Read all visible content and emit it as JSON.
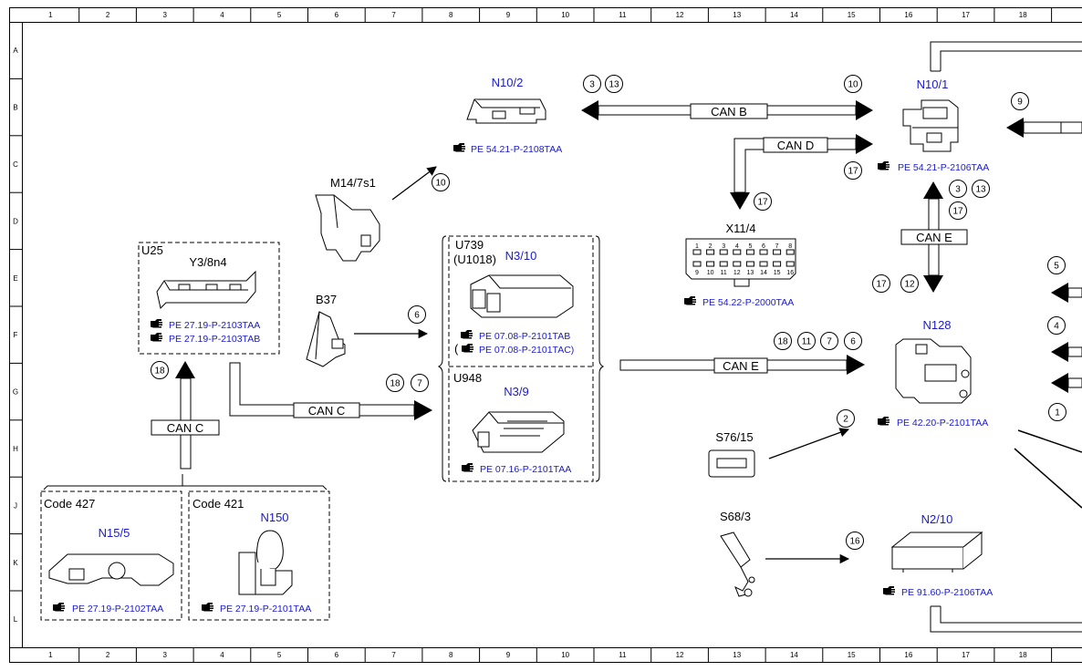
{
  "grid": {
    "columns": [
      "1",
      "2",
      "3",
      "4",
      "5",
      "6",
      "7",
      "8",
      "9",
      "10",
      "11",
      "12",
      "13",
      "14",
      "15",
      "16",
      "17",
      "18"
    ],
    "rows": [
      "A",
      "B",
      "C",
      "D",
      "E",
      "F",
      "G",
      "H",
      "J",
      "K",
      "L"
    ]
  },
  "components": {
    "n10_2": {
      "label": "N10/2",
      "ref": "PE 54.21-P-2108TAA"
    },
    "n10_1": {
      "label": "N10/1",
      "ref": "PE 54.21-P-2106TAA"
    },
    "m14": {
      "label": "M14/7s1"
    },
    "x11": {
      "label": "X11/4",
      "ref": "PE 54.22-P-2000TAA",
      "pins_top": [
        "1",
        "2",
        "3",
        "4",
        "5",
        "6",
        "7",
        "8"
      ],
      "pins_bottom": [
        "9",
        "10",
        "11",
        "12",
        "13",
        "14",
        "15",
        "16"
      ]
    },
    "u25": {
      "label": "U25",
      "name": "Y3/8n4",
      "ref1": "PE 27.19-P-2103TAA",
      "ref2": "PE 27.19-P-2103TAB"
    },
    "b37": {
      "label": "B37"
    },
    "u739": {
      "label1": "U739",
      "label2": "(U1018)",
      "name": "N3/10",
      "ref1": "PE 07.08-P-2101TAB",
      "ref2_open": "(",
      "ref2": "PE 07.08-P-2101TAC)"
    },
    "u948": {
      "label": "U948",
      "name": "N3/9",
      "ref": "PE 07.16-P-2101TAA"
    },
    "n128": {
      "label": "N128",
      "ref": "PE 42.20-P-2101TAA"
    },
    "s76": {
      "label": "S76/15"
    },
    "s68": {
      "label": "S68/3"
    },
    "n2_10": {
      "label": "N2/10",
      "ref": "PE 91.60-P-2106TAA"
    },
    "code427": {
      "label": "Code 427",
      "name": "N15/5",
      "ref": "PE 27.19-P-2102TAA"
    },
    "code421": {
      "label": "Code 421",
      "name": "N150",
      "ref": "PE 27.19-P-2101TAA"
    }
  },
  "buses": {
    "can_b": "CAN B",
    "can_d": "CAN D",
    "can_e_vertical": "CAN E",
    "can_e_horizontal": "CAN E",
    "can_c_horizontal": "CAN C",
    "can_c_vertical": "CAN C"
  },
  "callouts": {
    "c3a": "3",
    "c13a": "13",
    "c10a": "10",
    "c9": "9",
    "c17a": "17",
    "c17b": "17",
    "c3b": "3",
    "c13b": "13",
    "c17c": "17",
    "c17d": "17",
    "c12": "12",
    "c10b": "10",
    "c6": "6",
    "c18a": "18",
    "c7a": "7",
    "c18b": "18",
    "c11": "11",
    "c7b": "7",
    "c6b": "6",
    "c18c": "18",
    "c2": "2",
    "c16": "16",
    "c5": "5",
    "c4": "4",
    "c1": "1"
  },
  "icons": [
    "pointing-hand-icon"
  ]
}
